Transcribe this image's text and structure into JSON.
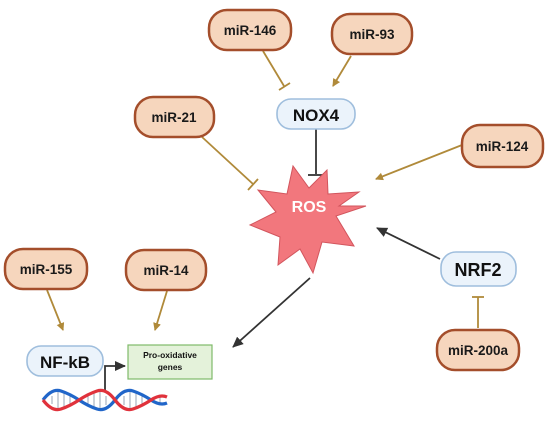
{
  "nodes": {
    "nox4": "NOX4",
    "nrf2": "NRF2",
    "nfkb": "NF-kB",
    "ros": "ROS",
    "genes_line1": "Pro-oxidative",
    "genes_line2": "genes"
  },
  "mirnas": {
    "mir146": "miR-146",
    "mir93": "miR-93",
    "mir21": "miR-21",
    "mir124": "miR-124",
    "mir155": "miR-155",
    "mir14": "miR-14",
    "mir200a": "miR-200a"
  },
  "colors": {
    "mirna_fill": "#f6d6bd",
    "mirna_stroke": "#a44e2b",
    "node_fill": "#ebf3fb",
    "node_stroke": "#9fbedd",
    "ros_fill": "#f2777d",
    "genes_fill": "#e4f2da",
    "genes_stroke": "#7fba6a",
    "mirna_edge": "#b08a3a",
    "main_edge": "#333333",
    "dna_blue": "#2166c9",
    "dna_red": "#e0323c"
  },
  "icons": [
    "ros-burst-icon",
    "dna-helix-icon"
  ]
}
